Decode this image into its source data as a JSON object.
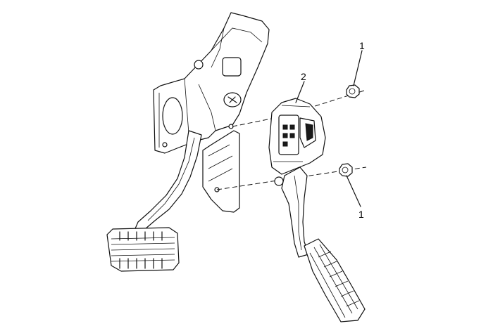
{
  "callouts": {
    "nut_top": "1",
    "sensor_module": "2",
    "nut_bottom": "1"
  }
}
